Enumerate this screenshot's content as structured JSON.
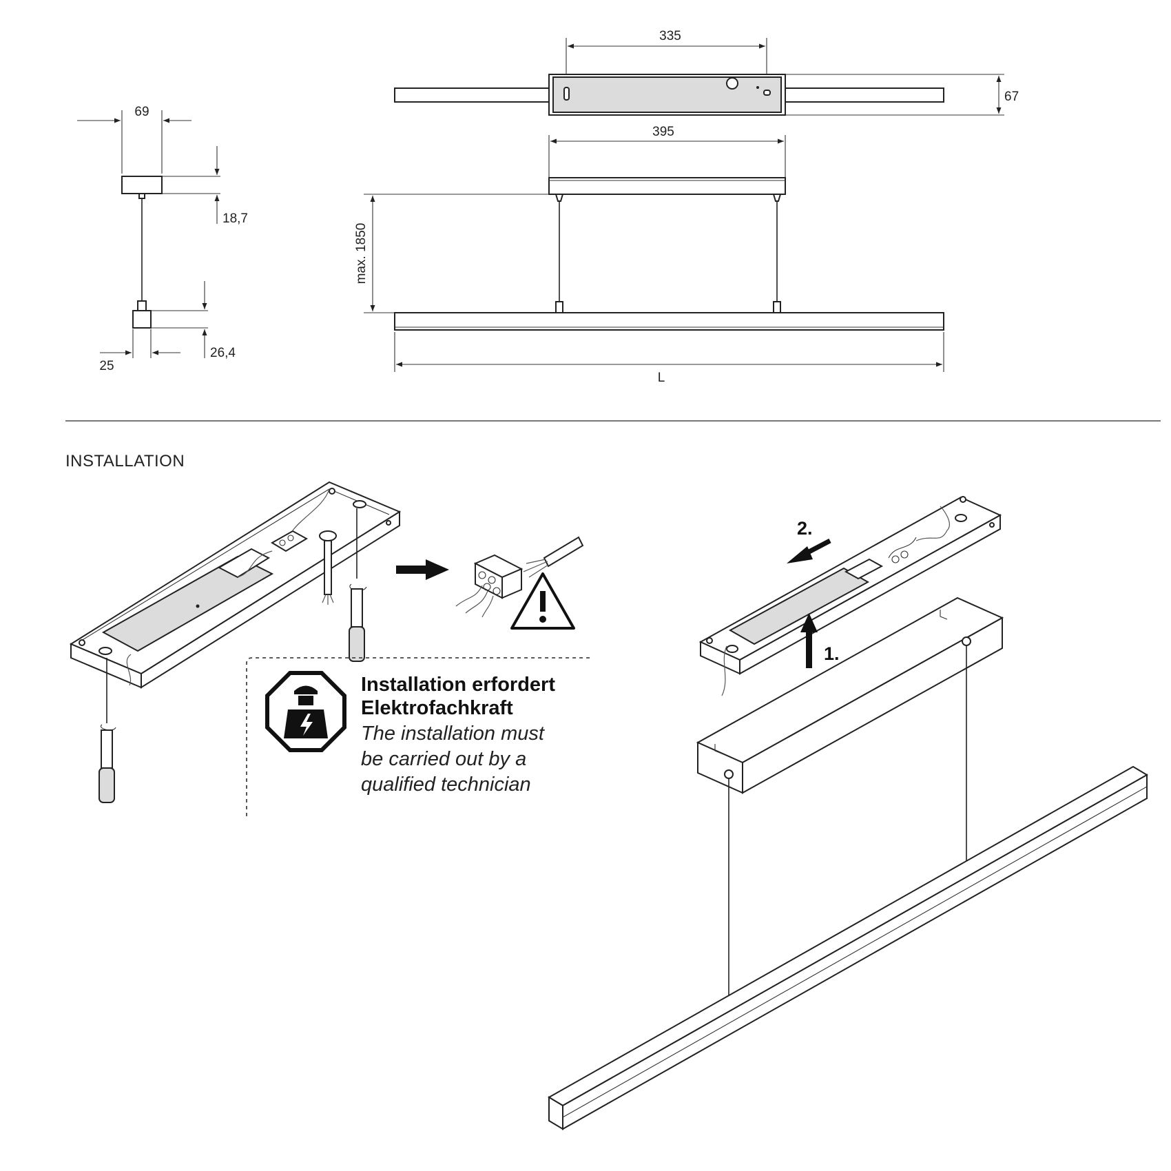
{
  "dimensions": {
    "d69": "69",
    "d18_7": "18,7",
    "d26_4": "26,4",
    "d25": "25",
    "d335": "335",
    "d67": "67",
    "d395": "395",
    "dmax1850": "max. 1850",
    "dL": "L"
  },
  "installation": {
    "heading": "INSTALLATION",
    "notice_de_line1": "Installation erfordert",
    "notice_de_line2": "Elektrofachkraft",
    "notice_en_line1": "The installation must",
    "notice_en_line2": "be carried out by a",
    "notice_en_line3": "qualified technician",
    "step1": "1.",
    "step2": "2."
  },
  "icons": [
    "electrician-warning-icon",
    "caution-triangle-icon",
    "arrow-right-icon",
    "arrow-up-icon",
    "arrow-left-icon"
  ],
  "colors": {
    "line": "#222222",
    "panel_fill": "#dcdcdc",
    "background": "#ffffff"
  }
}
